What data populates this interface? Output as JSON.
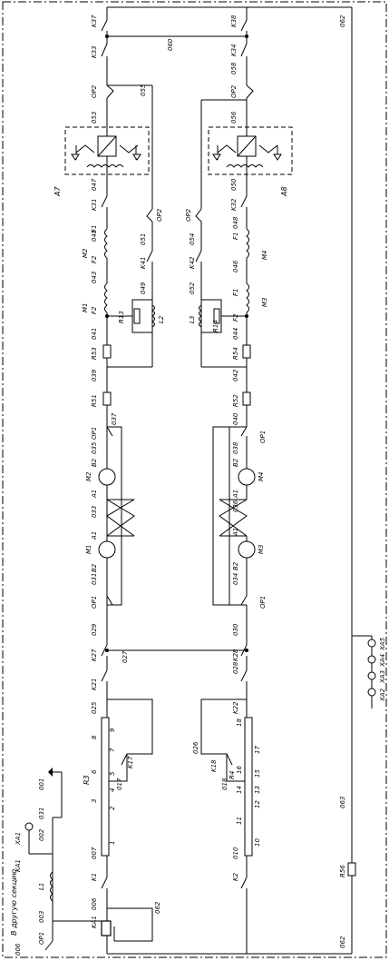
{
  "labels": {
    "other_section": "В другую секцию",
    "k37": "K37",
    "k38": "K38",
    "w062": "062",
    "w060": "060",
    "k33": "K33",
    "k34": "K34",
    "w058": "058",
    "op2": "OP2",
    "w053": "053",
    "w055": "055",
    "w056": "056",
    "a7": "A7",
    "a8": "A8",
    "w047": "047",
    "w050": "050",
    "k31": "K31",
    "k32": "K32",
    "w051": "051",
    "w054": "054",
    "k41": "K41",
    "k42": "K42",
    "w052": "052",
    "w049": "049",
    "m2": "M2",
    "m4": "M4",
    "f1": "F1",
    "f2": "F2",
    "w045": "045",
    "w048": "048",
    "w043": "043",
    "w046": "046",
    "m1": "M1",
    "m3": "M3",
    "l2": "L2",
    "l3": "L3",
    "r13": "R13",
    "r14": "R14",
    "w041": "041",
    "w044": "044",
    "r53": "R53",
    "r54": "R54",
    "w039": "039",
    "w042": "042",
    "r51": "R51",
    "r52": "R52",
    "w037": "037",
    "w040": "040",
    "w035": "035",
    "w038": "038",
    "op1": "OP1",
    "b2": "B2",
    "a1": "A1",
    "w033": "033",
    "w036": "036",
    "w031": "031",
    "w034": "034",
    "w029": "029",
    "w030": "030",
    "k27": "K27",
    "k28": "K28",
    "w027": "027",
    "w028": "028",
    "k21": "K21",
    "k22": "K22",
    "w025": "025",
    "w026": "026",
    "r3": "R3",
    "r4": "R4",
    "k17": "K17",
    "k18": "K18",
    "w017": "017",
    "w018": "018",
    "w007": "007",
    "w010": "010",
    "w063": "063",
    "xa1": "XA1",
    "xa2": "XA2",
    "xa3": "XA3",
    "xa4": "XA4",
    "xa5": "XA5",
    "w001": "001",
    "w031b": "031",
    "w002": "002",
    "k1": "K1",
    "k2": "K2",
    "l1": "L1",
    "w003": "003",
    "w006": "006",
    "ka1": "KA1",
    "r56": "R56",
    "n1": "1",
    "n2": "2",
    "n3": "3",
    "n4": "4",
    "n5": "5",
    "n6": "6",
    "n7": "7",
    "n8": "8",
    "n9": "9",
    "n10": "10",
    "n11": "11",
    "n12": "12",
    "n13": "13",
    "n14": "14",
    "n15": "15",
    "n16": "16",
    "n17": "17",
    "n18": "18"
  }
}
